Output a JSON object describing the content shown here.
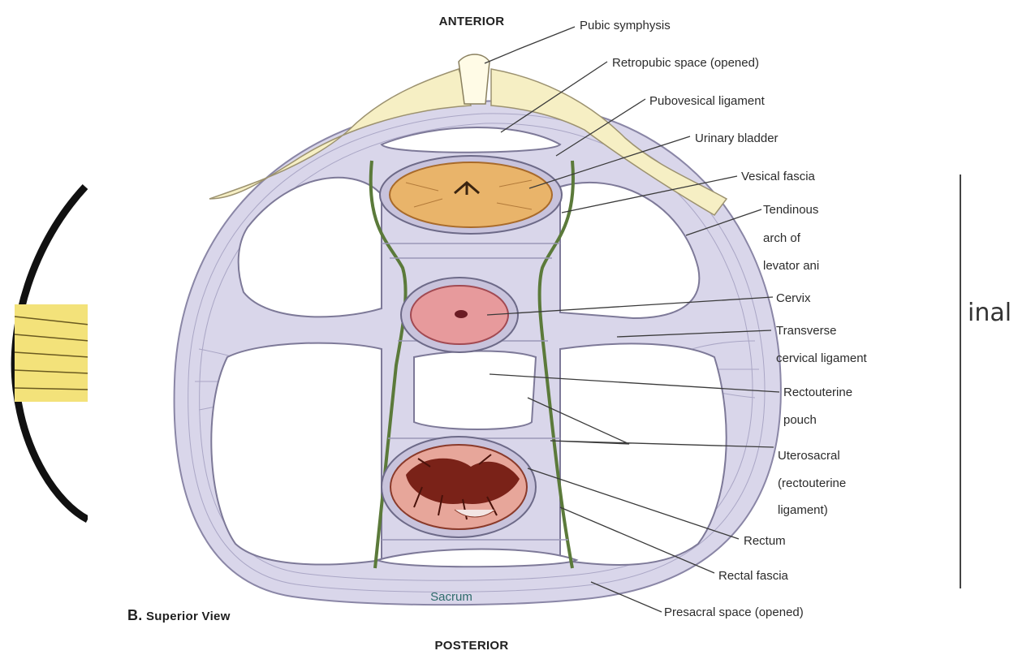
{
  "orientation": {
    "top": "ANTERIOR",
    "bottom": "POSTERIOR"
  },
  "caption": {
    "letter": "B.",
    "text": "Superior View"
  },
  "labels": {
    "pubic_symphysis": "Pubic symphysis",
    "retropubic_space": "Retropubic space (opened)",
    "pubovesical_ligament": "Pubovesical ligament",
    "urinary_bladder": "Urinary bladder",
    "vesical_fascia": "Vesical fascia",
    "tendinous_arch": [
      "Tendinous",
      "arch of",
      "levator ani"
    ],
    "cervix": "Cervix",
    "transverse_cervical": [
      "Transverse",
      "cervical ligament"
    ],
    "rectouterine_pouch": [
      "Rectouterine",
      "pouch"
    ],
    "uterosacral": [
      "Uterosacral",
      "(rectouterine",
      "ligament)"
    ],
    "rectum": "Rectum",
    "rectal_fascia": "Rectal fascia",
    "presacral_space": "Presacral space (opened)",
    "sacrum": "Sacrum"
  },
  "cropped_neighbor_text": "inal",
  "colors": {
    "pubis": "#f6efc4",
    "pelvic_wall": "#d9d6ea",
    "fascia_green": "#5b7a3a",
    "bladder": "#e9b46a",
    "cervix": "#e79a9c",
    "rectum": "#e7a69a",
    "sacrum_text": "#2e6b6b"
  }
}
